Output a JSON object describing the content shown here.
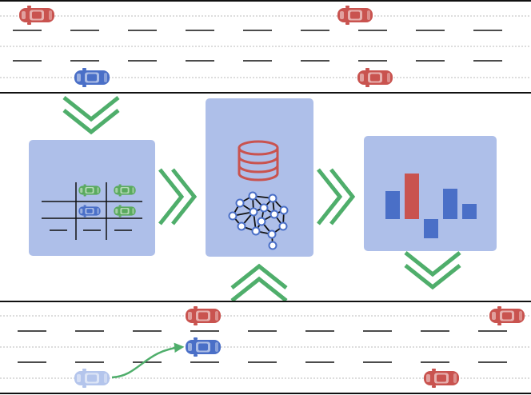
{
  "colors": {
    "panel": "#aebfe9",
    "arrow": "#4fae6b",
    "car_red": "#c9534f",
    "car_blue": "#4a6fc7",
    "car_green": "#5aaa5e",
    "car_faded": "#b4c5ec",
    "bar_blue": "#4a6fc7",
    "bar_red": "#c9534f",
    "line": "#111111"
  },
  "icons": {
    "road_top": "highway-lanes",
    "road_bottom": "highway-lanes",
    "grid_panel": "traffic-grid-icon",
    "model_panel": "database-neural-network-icon",
    "chart_panel": "bar-chart-icon",
    "arrows": "chevron-arrow-icon",
    "lane_change": "curved-arrow-icon"
  },
  "chart_data": {
    "type": "bar",
    "values": [
      {
        "color": "#4a6fc7",
        "value": 35
      },
      {
        "color": "#c9534f",
        "value": 57
      },
      {
        "color": "#4a6fc7",
        "value": -24
      },
      {
        "color": "#4a6fc7",
        "value": 38
      },
      {
        "color": "#4a6fc7",
        "value": 19
      }
    ],
    "title": "",
    "xlabel": "",
    "ylabel": ""
  }
}
